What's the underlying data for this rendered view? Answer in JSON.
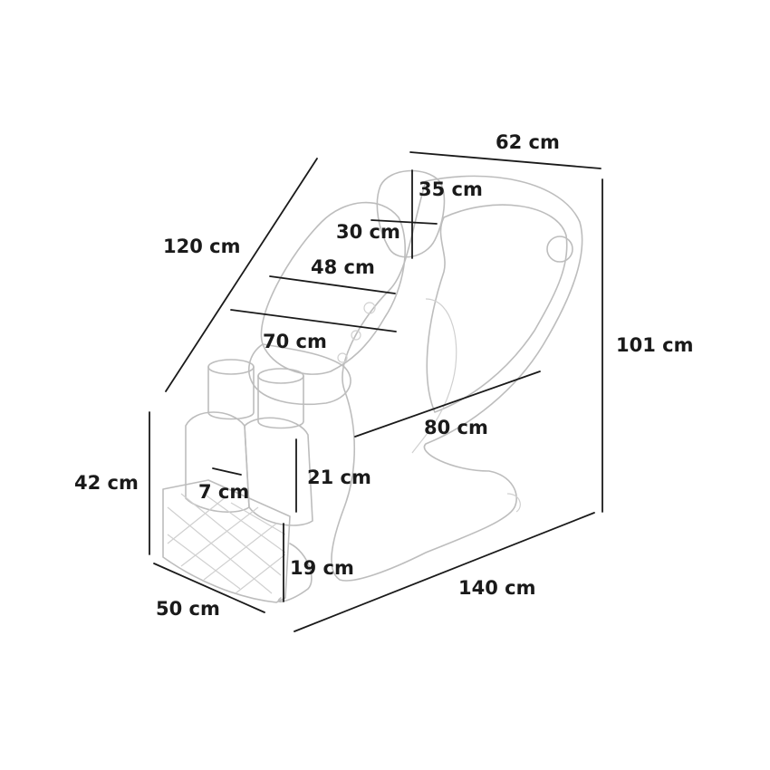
{
  "dimensions": {
    "top_width": "62 cm",
    "head_height": "35 cm",
    "head_width": "30 cm",
    "shoulder_width": "48 cm",
    "inner_width": "70 cm",
    "backrest_length": "120 cm",
    "overall_height": "101 cm",
    "seat_depth": "80 cm",
    "leg_height": "21 cm",
    "leg_gap": "7 cm",
    "seat_height": "42 cm",
    "footrest_height": "19 cm",
    "footrest_width": "50 cm",
    "overall_length": "140 cm"
  }
}
